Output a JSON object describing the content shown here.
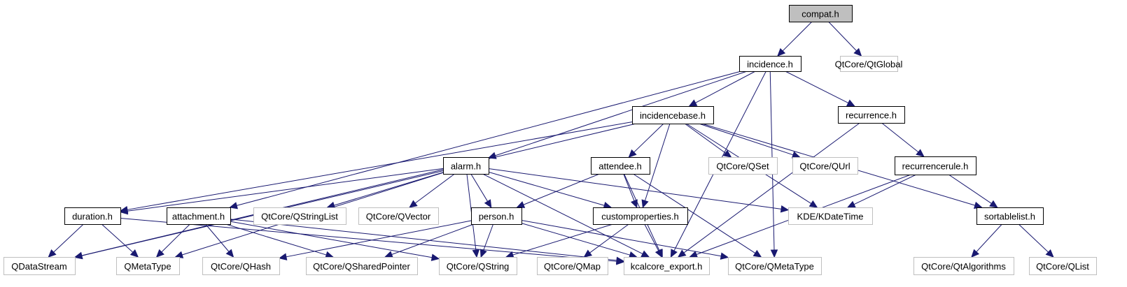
{
  "diagram": {
    "type": "include-dependency-graph",
    "colors": {
      "edge": "#191970",
      "root_fill": "#bfbfbf",
      "root_border": "#000000",
      "internal_border": "#000000",
      "external_border": "#bfbfbf",
      "text": "#000000"
    },
    "nodes": [
      {
        "id": "compat",
        "label": "compat.h",
        "kind": "root"
      },
      {
        "id": "incidence",
        "label": "incidence.h",
        "kind": "internal"
      },
      {
        "id": "qtglobal",
        "label": "QtCore/QtGlobal",
        "kind": "external"
      },
      {
        "id": "incidencebase",
        "label": "incidencebase.h",
        "kind": "internal"
      },
      {
        "id": "recurrence",
        "label": "recurrence.h",
        "kind": "internal"
      },
      {
        "id": "alarm",
        "label": "alarm.h",
        "kind": "internal"
      },
      {
        "id": "attendee",
        "label": "attendee.h",
        "kind": "internal"
      },
      {
        "id": "qset",
        "label": "QtCore/QSet",
        "kind": "external"
      },
      {
        "id": "qurl",
        "label": "QtCore/QUrl",
        "kind": "external"
      },
      {
        "id": "recurrencerule",
        "label": "recurrencerule.h",
        "kind": "internal"
      },
      {
        "id": "duration",
        "label": "duration.h",
        "kind": "internal"
      },
      {
        "id": "attachment",
        "label": "attachment.h",
        "kind": "internal"
      },
      {
        "id": "qstringlist",
        "label": "QtCore/QStringList",
        "kind": "external"
      },
      {
        "id": "qvector",
        "label": "QtCore/QVector",
        "kind": "external"
      },
      {
        "id": "person",
        "label": "person.h",
        "kind": "internal"
      },
      {
        "id": "customproperties",
        "label": "customproperties.h",
        "kind": "internal"
      },
      {
        "id": "kdatetime",
        "label": "KDE/KDateTime",
        "kind": "external"
      },
      {
        "id": "sortablelist",
        "label": "sortablelist.h",
        "kind": "internal"
      },
      {
        "id": "qdatastream",
        "label": "QDataStream",
        "kind": "external"
      },
      {
        "id": "qmetatype",
        "label": "QMetaType",
        "kind": "external"
      },
      {
        "id": "qhash",
        "label": "QtCore/QHash",
        "kind": "external"
      },
      {
        "id": "qsharedpointer",
        "label": "QtCore/QSharedPointer",
        "kind": "external"
      },
      {
        "id": "qstring",
        "label": "QtCore/QString",
        "kind": "external"
      },
      {
        "id": "qmap",
        "label": "QtCore/QMap",
        "kind": "external"
      },
      {
        "id": "kcalcore_export",
        "label": "kcalcore_export.h",
        "kind": "external"
      },
      {
        "id": "qtqmetatype",
        "label": "QtCore/QMetaType",
        "kind": "external"
      },
      {
        "id": "qtalgorithms",
        "label": "QtCore/QtAlgorithms",
        "kind": "external"
      },
      {
        "id": "qlist",
        "label": "QtCore/QList",
        "kind": "external"
      }
    ],
    "edges": [
      [
        "compat",
        "incidence"
      ],
      [
        "compat",
        "qtglobal"
      ],
      [
        "incidence",
        "incidencebase"
      ],
      [
        "incidence",
        "recurrence"
      ],
      [
        "incidence",
        "alarm"
      ],
      [
        "incidence",
        "attachment"
      ],
      [
        "incidence",
        "kcalcore_export"
      ],
      [
        "incidence",
        "qtqmetatype"
      ],
      [
        "incidencebase",
        "attendee"
      ],
      [
        "incidencebase",
        "qset"
      ],
      [
        "incidencebase",
        "qurl"
      ],
      [
        "incidencebase",
        "duration"
      ],
      [
        "incidencebase",
        "customproperties"
      ],
      [
        "incidencebase",
        "kdatetime"
      ],
      [
        "incidencebase",
        "sortablelist"
      ],
      [
        "incidencebase",
        "qdatastream"
      ],
      [
        "recurrence",
        "recurrencerule"
      ],
      [
        "recurrence",
        "kcalcore_export"
      ],
      [
        "recurrencerule",
        "kdatetime"
      ],
      [
        "recurrencerule",
        "sortablelist"
      ],
      [
        "recurrencerule",
        "kcalcore_export"
      ],
      [
        "alarm",
        "duration"
      ],
      [
        "alarm",
        "qstringlist"
      ],
      [
        "alarm",
        "qvector"
      ],
      [
        "alarm",
        "person"
      ],
      [
        "alarm",
        "customproperties"
      ],
      [
        "alarm",
        "kdatetime"
      ],
      [
        "alarm",
        "qstring"
      ],
      [
        "alarm",
        "kcalcore_export"
      ],
      [
        "alarm",
        "qdatastream"
      ],
      [
        "alarm",
        "qmetatype"
      ],
      [
        "attendee",
        "person"
      ],
      [
        "attendee",
        "customproperties"
      ],
      [
        "attendee",
        "kcalcore_export"
      ],
      [
        "attendee",
        "qtqmetatype"
      ],
      [
        "duration",
        "qdatastream"
      ],
      [
        "duration",
        "qmetatype"
      ],
      [
        "duration",
        "kcalcore_export"
      ],
      [
        "attachment",
        "qmetatype"
      ],
      [
        "attachment",
        "qhash"
      ],
      [
        "attachment",
        "qsharedpointer"
      ],
      [
        "attachment",
        "qstring"
      ],
      [
        "attachment",
        "kcalcore_export"
      ],
      [
        "person",
        "qhash"
      ],
      [
        "person",
        "qsharedpointer"
      ],
      [
        "person",
        "qstring"
      ],
      [
        "person",
        "kcalcore_export"
      ],
      [
        "person",
        "qtqmetatype"
      ],
      [
        "customproperties",
        "qstring"
      ],
      [
        "customproperties",
        "qmap"
      ],
      [
        "customproperties",
        "kcalcore_export"
      ],
      [
        "sortablelist",
        "qtalgorithms"
      ],
      [
        "sortablelist",
        "qlist"
      ]
    ]
  }
}
